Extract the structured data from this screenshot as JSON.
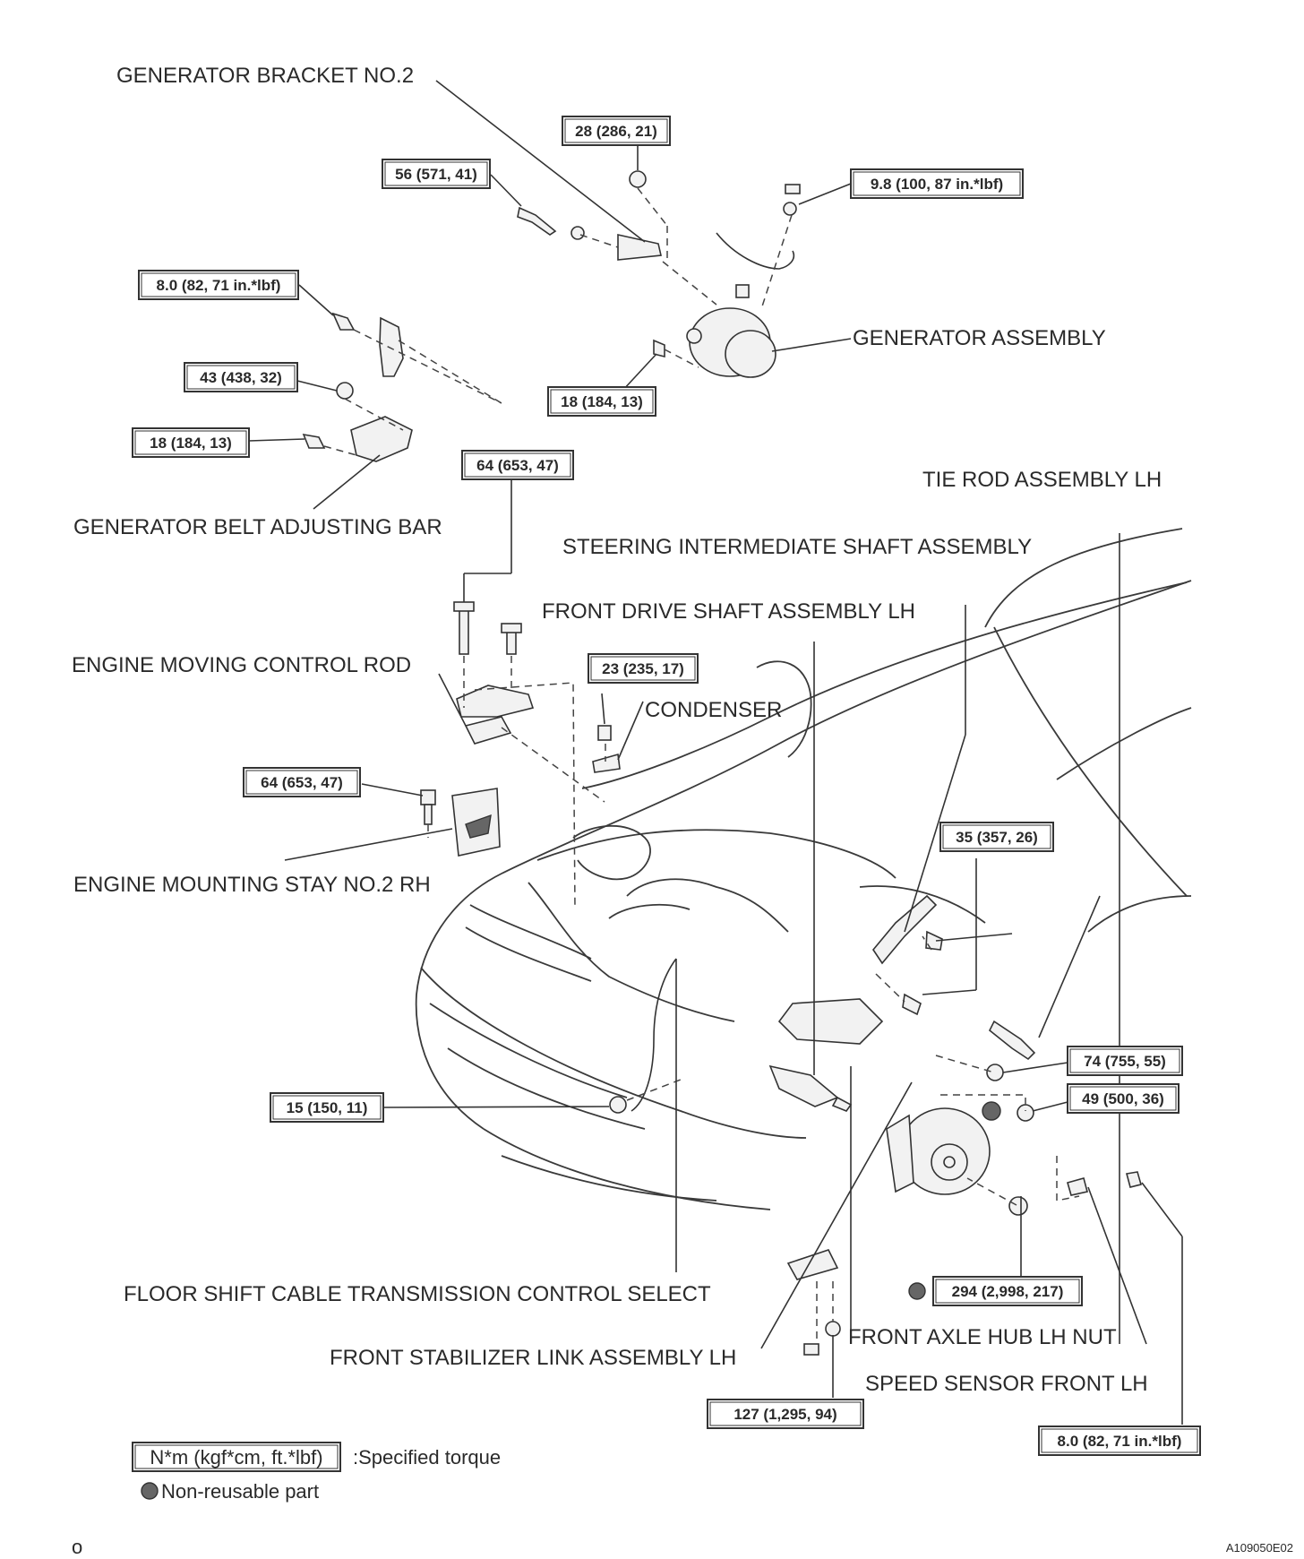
{
  "labels": {
    "generator_bracket": "GENERATOR BRACKET NO.2",
    "generator_assembly": "GENERATOR ASSEMBLY",
    "belt_adjusting_bar": "GENERATOR BELT ADJUSTING BAR",
    "tie_rod": "TIE ROD ASSEMBLY LH",
    "steering_shaft": "STEERING INTERMEDIATE SHAFT ASSEMBLY",
    "drive_shaft": "FRONT DRIVE SHAFT ASSEMBLY LH",
    "moving_control_rod": "ENGINE MOVING CONTROL ROD",
    "condenser": "CONDENSER",
    "mounting_stay": "ENGINE MOUNTING STAY NO.2 RH",
    "floor_shift_cable": "FLOOR SHIFT CABLE TRANSMISSION CONTROL SELECT",
    "axle_hub_nut": "FRONT AXLE HUB LH NUT",
    "stabilizer_link": "FRONT STABILIZER LINK ASSEMBLY LH",
    "speed_sensor": "SPEED SENSOR FRONT LH"
  },
  "torques": {
    "t_28_286_21": "28 (286, 21)",
    "t_56_571_41": "56 (571, 41)",
    "t_9_8": "9.8 (100, 87 in.*lbf)",
    "t_8_0_a": "8.0 (82, 71 in.*lbf)",
    "t_43": "43 (438, 32)",
    "t_18_a": "18 (184, 13)",
    "t_18_b": "18 (184, 13)",
    "t_64_a": "64 (653, 47)",
    "t_23": "23 (235, 17)",
    "t_64_b": "64 (653, 47)",
    "t_35": "35 (357, 26)",
    "t_74": "74 (755, 55)",
    "t_49": "49 (500, 36)",
    "t_15": "15 (150, 11)",
    "t_294": "294 (2,998, 217)",
    "t_127": "127 (1,295, 94)",
    "t_8_0_b": "8.0 (82, 71 in.*lbf)"
  },
  "legend": {
    "unit_box": "N*m (kgf*cm, ft.*lbf)",
    "specified": ":Specified torque",
    "non_reusable": "Non-reusable part"
  },
  "footer": {
    "page_mark": "o",
    "figure_code": "A109050E02"
  }
}
